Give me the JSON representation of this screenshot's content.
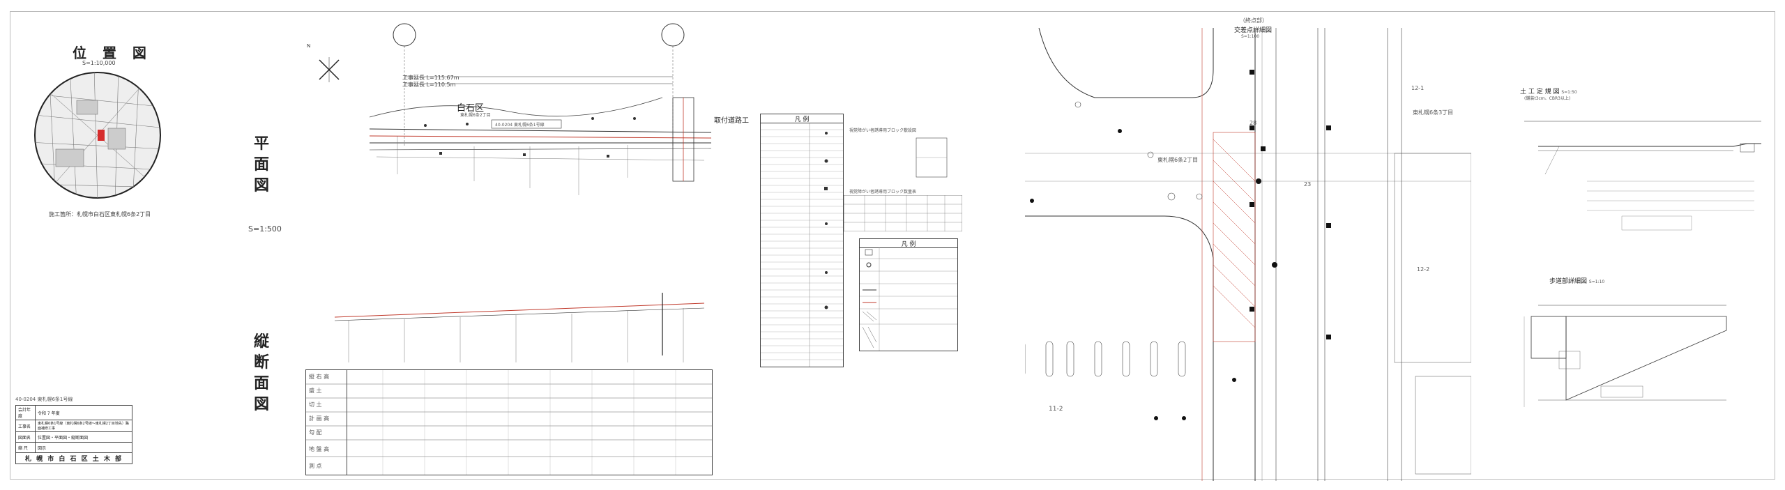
{
  "location_map": {
    "title": "位 置 図",
    "scale": "S=1:10,000",
    "site_caption": "施工箇所：札幌市白石区東札幌6条2丁目"
  },
  "plan_view": {
    "label_chars": [
      "平",
      "面",
      "図"
    ],
    "scale": "S=1:500",
    "district": "白石区",
    "address_small": "東札幌6条2丁目",
    "route_box": "40-0204 東札幌6条1号線",
    "work_label": "取付道路工",
    "span_top": "工事延長 L=115.67m",
    "span_bottom": "工事延長 L=110.5m"
  },
  "profile": {
    "label_chars": [
      "縦",
      "断",
      "面",
      "図"
    ],
    "rows": [
      "縦 右 高",
      "盛 土",
      "切 土",
      "計 画 高",
      "勾 配",
      "地 盤 高",
      "測 点"
    ]
  },
  "title_block": {
    "header": "40-0204 東札幌6条1号線",
    "rows": [
      [
        "会計年度",
        "令和 7 年度"
      ],
      [
        "工事名",
        "東札幌6条1号線（東札幌6条2号線～東札幌2丁目地先）路面補修工事"
      ],
      [
        "図面名",
        "位置図・平面図・縦断面図"
      ],
      [
        "縮 尺",
        "図示"
      ]
    ],
    "footer": "札 幌 市 白 石 区 土 木 部"
  },
  "legend_main": {
    "title": "凡 例"
  },
  "legend_second": {
    "title": "凡 例",
    "block_title_1": "視覚障がい者誘導用ブロック敷設図",
    "block_title_2": "視覚障がい者誘導用ブロック数量表"
  },
  "detail_view": {
    "subtitle": "（終点部）",
    "title": "交差点詳細図",
    "scale": "S=1:100",
    "address": "東札幌6条2丁目",
    "address_right": "東札幌6条3丁目",
    "labels": [
      "11-2",
      "12-1",
      "12-2",
      "28",
      "23"
    ]
  },
  "sections": {
    "earthwork_title": "土 工 定 規 図",
    "earthwork_scale": "S=1:50",
    "earthwork_sub": "(舗装t3cm、CBR3以上)",
    "sidewalk_title": "歩道部詳細図",
    "sidewalk_scale": "S=1:10"
  },
  "colors": {
    "accent_red": "#c0392b",
    "line": "#333333"
  }
}
